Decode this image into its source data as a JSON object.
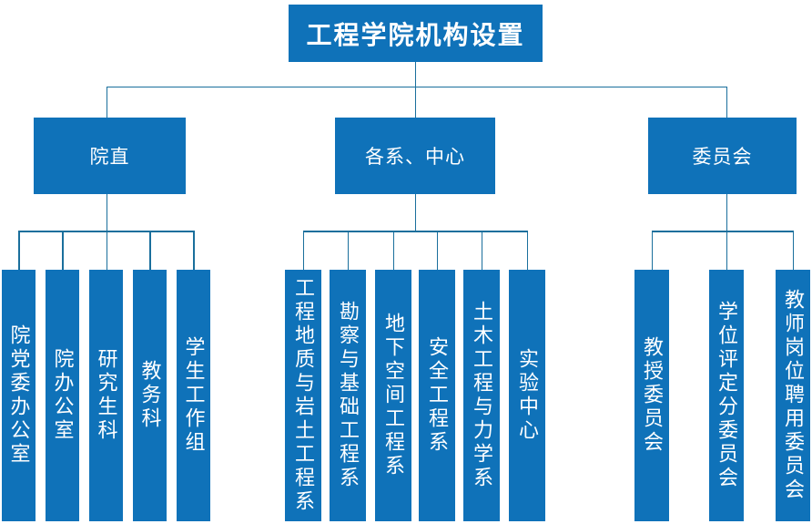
{
  "title": "工程学院机构设置",
  "colors": {
    "box_fill": "#0f72b9",
    "line": "#1a6f9c",
    "text": "#ffffff",
    "background": "#ffffff"
  },
  "groups": [
    {
      "label": "院直",
      "children": [
        "院党委办公室",
        "院办公室",
        "研究生科",
        "教务科",
        "学生工作组"
      ]
    },
    {
      "label": "各系、中心",
      "children": [
        "工程地质与岩土工程系",
        "勘察与基础工程系",
        "地下空间工程系",
        "安全工程系",
        "土木工程与力学系",
        "实验中心"
      ]
    },
    {
      "label": "委员会",
      "children": [
        "教授委员会",
        "学位评定分委员会",
        "教师岗位聘用委员会"
      ]
    }
  ]
}
